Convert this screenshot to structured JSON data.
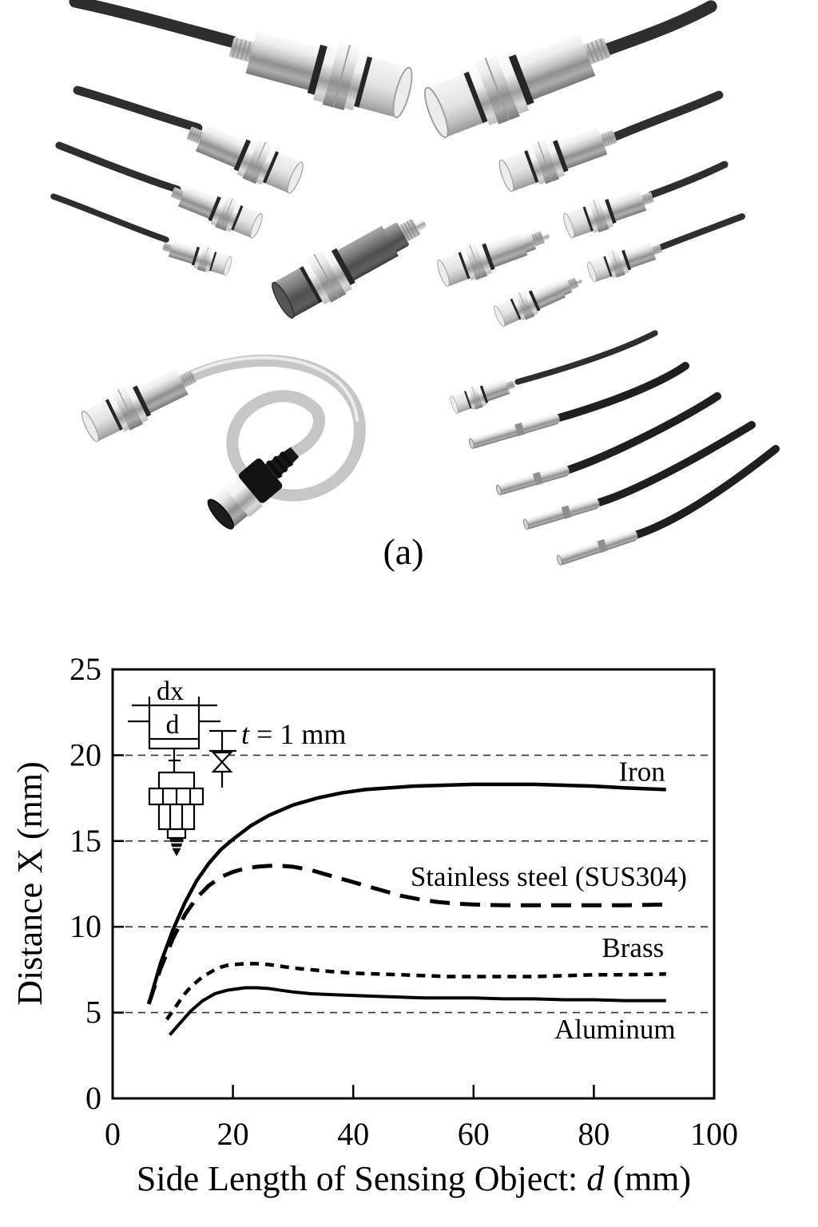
{
  "figure": {
    "panel_label": "(a)"
  },
  "chart_data": {
    "type": "line",
    "title": "",
    "xlabel_prefix": "Side Length of Sensing Object: ",
    "xlabel_italic": "d",
    "xlabel_suffix": " (mm)",
    "xlabel_full": "Side Length of Sensing Object: d (mm)",
    "ylabel": "Distance X (mm)",
    "xlim": [
      0,
      100
    ],
    "ylim": [
      0,
      25
    ],
    "x_ticks": [
      0,
      20,
      40,
      60,
      80,
      100
    ],
    "y_ticks": [
      0,
      5,
      10,
      15,
      20,
      25
    ],
    "gridlines_y": [
      5,
      10,
      15,
      20
    ],
    "grid_style": "dashed-horizontal",
    "legend_position": "inline-labels",
    "inset": {
      "outer_dim_label": "dx",
      "inner_dim_label": "d",
      "thickness_italic": "t",
      "thickness_rest": " = 1 mm"
    },
    "series": [
      {
        "name": "Iron",
        "line_style": "solid",
        "label_x": 88,
        "label_y": 19.1,
        "points": [
          [
            6,
            5.5
          ],
          [
            8,
            7.9
          ],
          [
            10,
            9.8
          ],
          [
            12,
            11.4
          ],
          [
            14,
            12.7
          ],
          [
            16,
            13.7
          ],
          [
            18,
            14.5
          ],
          [
            20,
            15.1
          ],
          [
            23,
            15.9
          ],
          [
            26,
            16.5
          ],
          [
            30,
            17.1
          ],
          [
            34,
            17.5
          ],
          [
            38,
            17.8
          ],
          [
            42,
            18.0
          ],
          [
            46,
            18.1
          ],
          [
            50,
            18.2
          ],
          [
            55,
            18.25
          ],
          [
            60,
            18.3
          ],
          [
            65,
            18.3
          ],
          [
            70,
            18.3
          ],
          [
            75,
            18.25
          ],
          [
            80,
            18.2
          ],
          [
            85,
            18.1
          ],
          [
            92,
            18.0
          ]
        ]
      },
      {
        "name": "Stainless steel (SUS304)",
        "line_style": "long-dash",
        "label_x": 72.5,
        "label_y": 13.0,
        "points": [
          [
            6,
            5.5
          ],
          [
            8,
            7.6
          ],
          [
            10,
            9.3
          ],
          [
            12,
            10.7
          ],
          [
            14,
            11.7
          ],
          [
            16,
            12.4
          ],
          [
            18,
            12.9
          ],
          [
            20,
            13.2
          ],
          [
            22,
            13.4
          ],
          [
            24,
            13.5
          ],
          [
            26,
            13.55
          ],
          [
            28,
            13.55
          ],
          [
            30,
            13.5
          ],
          [
            33,
            13.3
          ],
          [
            36,
            13.0
          ],
          [
            39,
            12.7
          ],
          [
            42,
            12.4
          ],
          [
            45,
            12.1
          ],
          [
            48,
            11.8
          ],
          [
            51,
            11.6
          ],
          [
            54,
            11.45
          ],
          [
            57,
            11.35
          ],
          [
            60,
            11.3
          ],
          [
            65,
            11.25
          ],
          [
            70,
            11.25
          ],
          [
            75,
            11.25
          ],
          [
            80,
            11.25
          ],
          [
            85,
            11.25
          ],
          [
            92,
            11.3
          ]
        ]
      },
      {
        "name": "Brass",
        "line_style": "short-dash",
        "label_x": 86.5,
        "label_y": 8.85,
        "points": [
          [
            9,
            4.6
          ],
          [
            10,
            5.1
          ],
          [
            11,
            5.6
          ],
          [
            12,
            6.1
          ],
          [
            13,
            6.5
          ],
          [
            14,
            6.8
          ],
          [
            15,
            7.1
          ],
          [
            16,
            7.3
          ],
          [
            17,
            7.5
          ],
          [
            18,
            7.65
          ],
          [
            19,
            7.75
          ],
          [
            20,
            7.8
          ],
          [
            22,
            7.85
          ],
          [
            24,
            7.85
          ],
          [
            26,
            7.8
          ],
          [
            28,
            7.7
          ],
          [
            30,
            7.6
          ],
          [
            33,
            7.5
          ],
          [
            36,
            7.4
          ],
          [
            40,
            7.3
          ],
          [
            44,
            7.25
          ],
          [
            48,
            7.2
          ],
          [
            52,
            7.15
          ],
          [
            56,
            7.1
          ],
          [
            60,
            7.1
          ],
          [
            65,
            7.1
          ],
          [
            70,
            7.1
          ],
          [
            75,
            7.15
          ],
          [
            80,
            7.2
          ],
          [
            85,
            7.2
          ],
          [
            92,
            7.25
          ]
        ]
      },
      {
        "name": "Aluminum",
        "line_style": "solid",
        "label_x": 83.5,
        "label_y": 4.1,
        "points": [
          [
            9.5,
            3.7
          ],
          [
            10,
            3.9
          ],
          [
            11,
            4.3
          ],
          [
            12,
            4.7
          ],
          [
            13,
            5.1
          ],
          [
            14,
            5.4
          ],
          [
            15,
            5.7
          ],
          [
            16,
            5.9
          ],
          [
            17,
            6.1
          ],
          [
            18,
            6.2
          ],
          [
            19,
            6.3
          ],
          [
            20,
            6.35
          ],
          [
            22,
            6.45
          ],
          [
            24,
            6.45
          ],
          [
            26,
            6.4
          ],
          [
            28,
            6.3
          ],
          [
            30,
            6.2
          ],
          [
            33,
            6.1
          ],
          [
            36,
            6.05
          ],
          [
            40,
            6.0
          ],
          [
            44,
            5.95
          ],
          [
            48,
            5.9
          ],
          [
            52,
            5.85
          ],
          [
            56,
            5.85
          ],
          [
            60,
            5.85
          ],
          [
            65,
            5.8
          ],
          [
            70,
            5.8
          ],
          [
            75,
            5.75
          ],
          [
            80,
            5.75
          ],
          [
            85,
            5.7
          ],
          [
            92,
            5.7
          ]
        ]
      }
    ]
  }
}
